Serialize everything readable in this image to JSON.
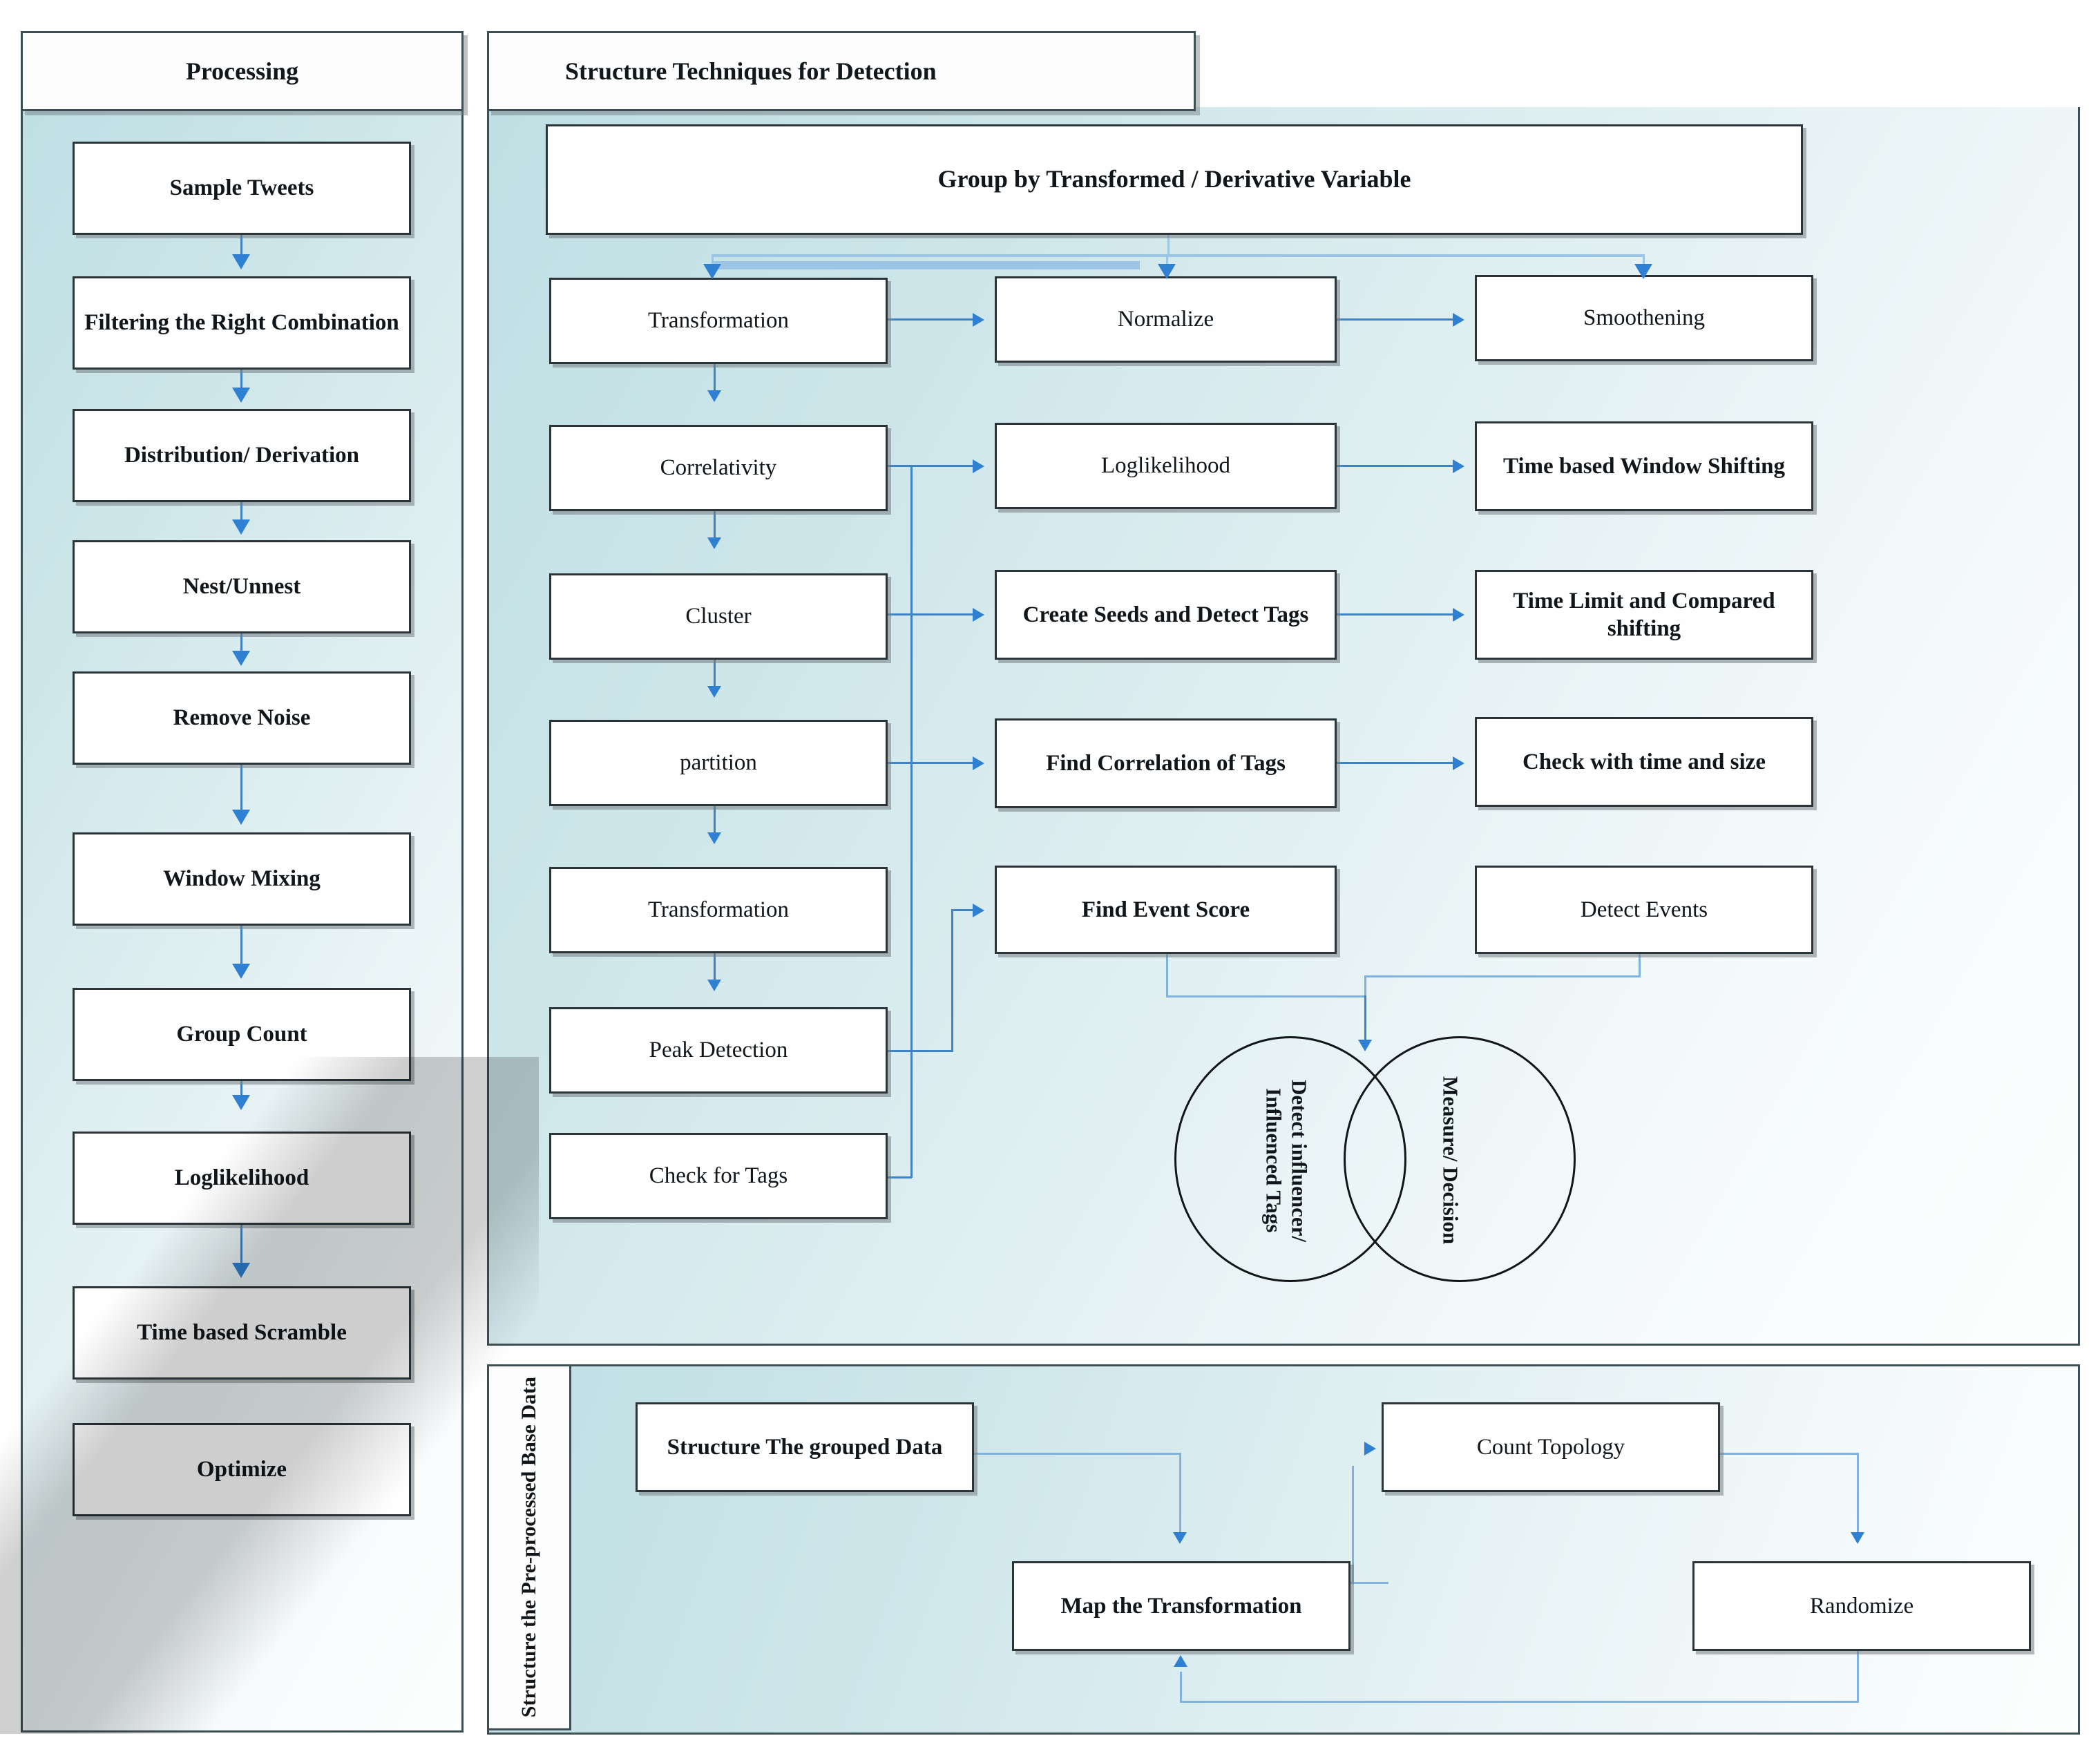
{
  "panels": {
    "processing": {
      "title": "Processing"
    },
    "structure": {
      "title": "Structure Techniques for Detection"
    },
    "base": {
      "vertical_title": "Structure the Pre-processed Base Data"
    }
  },
  "processing_steps": [
    {
      "label": "Sample Tweets"
    },
    {
      "label": "Filtering the Right Combination"
    },
    {
      "label": "Distribution/ Derivation"
    },
    {
      "label": "Nest/Unnest"
    },
    {
      "label": "Remove Noise"
    },
    {
      "label": "Window Mixing"
    },
    {
      "label": "Group Count"
    },
    {
      "label": "Loglikelihood"
    },
    {
      "label": "Time based Scramble"
    },
    {
      "label": "Optimize"
    }
  ],
  "structure": {
    "group_header": "Group by Transformed / Derivative Variable",
    "col1": [
      {
        "label": "Transformation"
      },
      {
        "label": "Correlativity"
      },
      {
        "label": "Cluster"
      },
      {
        "label": "partition"
      },
      {
        "label": "Transformation"
      },
      {
        "label": "Peak Detection"
      },
      {
        "label": "Check for Tags"
      }
    ],
    "col2": [
      {
        "label": "Normalize"
      },
      {
        "label": "Loglikelihood"
      },
      {
        "label": "Create Seeds and Detect Tags"
      },
      {
        "label": "Find Correlation of Tags"
      },
      {
        "label": "Find Event Score"
      }
    ],
    "col3": [
      {
        "label": "Smoothening"
      },
      {
        "label": "Time based Window Shifting"
      },
      {
        "label": "Time Limit and Compared shifting"
      },
      {
        "label": "Check with time and size"
      },
      {
        "label": "Detect Events"
      }
    ],
    "venn": {
      "left": "Detect influencer/ Influenced Tags",
      "right": "Measure/ Decision"
    }
  },
  "base_flow": [
    {
      "label": "Structure The grouped Data"
    },
    {
      "label": "Map the Transformation"
    },
    {
      "label": "Count Topology"
    },
    {
      "label": "Randomize"
    }
  ],
  "colors": {
    "panel_fill_start": "#bfdfe4",
    "panel_fill_end": "#fdfefe",
    "node_border": "#2a3439",
    "panel_border": "#3d4f55",
    "arrow": "#2f80d2",
    "connector": "#3f83c4"
  }
}
